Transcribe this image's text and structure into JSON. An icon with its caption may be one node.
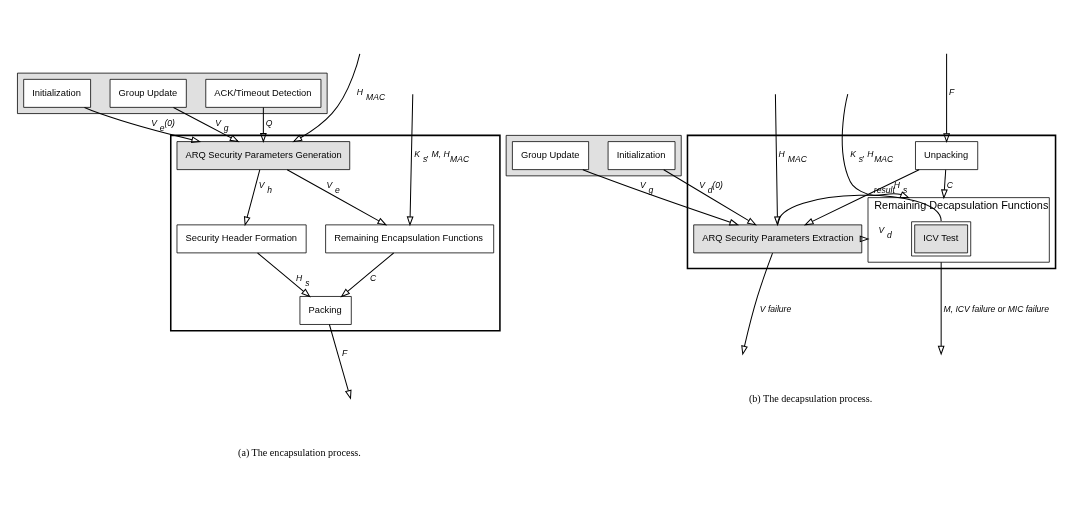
{
  "diagram": {
    "nodes": [
      {
        "text": [],
        "shape": "box"
      },
      {
        "text": [
          "Initialization"
        ],
        "in": 0
      },
      {
        "text": [
          "Group Update"
        ],
        "in": 0
      },
      {
        "text": [
          "ACK/Timeout Detection"
        ],
        "in": 0
      },
      {
        "text": [],
        "shape": "box"
      },
      {
        "text": [
          "ARQ Security Parameters Generation"
        ],
        "in": 4
      },
      {
        "text": [
          "Remaining Encapsulation Functions"
        ],
        "in": 4
      },
      {
        "text": [
          "Security Header Formation"
        ],
        "in": 4
      },
      {
        "text": [
          "Packing"
        ],
        "in": 4
      },
      {
        "text": [],
        "shape": "box"
      },
      {
        "text": [
          "Unpacking"
        ],
        "in": 9
      },
      {
        "text": [
          "Remaining Decapsulation Functions"
        ],
        "in": 9
      },
      {
        "text": [
          "ICV Test"
        ],
        "in": 11
      },
      {
        "text": [
          "ARQ Security Parameters Extraction"
        ],
        "in": 9
      },
      {
        "text": [],
        "shape": "box"
      },
      {
        "text": [
          "Initialization"
        ],
        "in": 14
      },
      {
        "text": [
          "Group Update"
        ],
        "in": 14
      }
    ],
    "edges": [
      {
        "from": 1,
        "to": 5,
        "arrow": "to",
        "label": "V$_{e}$(0)"
      },
      {
        "from": 2,
        "to": 5,
        "arrow": "to",
        "label": "V$_{g}$"
      },
      {
        "from": 3,
        "to": 5,
        "arrow": "to",
        "label": "Q"
      },
      {
        "from": null,
        "to": 5,
        "arrow": "to",
        "label": "H$_{MAC}$"
      },
      {
        "from": 5,
        "to": 7,
        "arrow": "to",
        "label": "V$_{h}$"
      },
      {
        "from": 5,
        "to": 6,
        "arrow": "to",
        "label": "V$_{e}$"
      },
      {
        "from": null,
        "to": 6,
        "arrow": "to",
        "label": "K$_{s}$, M, H$_{MAC}$"
      },
      {
        "from": 6,
        "to": 8,
        "arrow": "to",
        "label": "C"
      },
      {
        "from": 7,
        "to": 8,
        "arrow": "to",
        "label": "H$_{s}$"
      },
      {
        "from": 8,
        "to": null,
        "arrow": "to",
        "label": "F"
      },
      {
        "from": null,
        "to": 10,
        "arrow": "to",
        "label": "F"
      },
      {
        "from": 10,
        "to": 11,
        "arrow": "to",
        "label": "C"
      },
      {
        "from": 10,
        "to": 13,
        "arrow": "to",
        "label": "H$_{s}$"
      },
      {
        "from": null,
        "to": 13,
        "arrow": "to",
        "label": "H$_{MAC}$"
      },
      {
        "from": null,
        "to": 11,
        "arrow": "to",
        "label": "K$_{s}$, H$_{MAC}$"
      },
      {
        "from": 13,
        "to": 11,
        "arrow": "to",
        "label": "V$_{d}$"
      },
      {
        "from": 12,
        "to": 13,
        "arrow": "to",
        "label": "result"
      },
      {
        "from": 15,
        "to": 13,
        "arrow": "to",
        "label": "V$_{d}$(0)"
      },
      {
        "from": 16,
        "to": 13,
        "arrow": "to",
        "label": "V$_{g}$"
      },
      {
        "from": 11,
        "to": null,
        "arrow": "to",
        "label": "M, ICV failure or MIC failure"
      },
      {
        "from": 13,
        "to": null,
        "arrow": "to",
        "label": "V failure"
      }
    ],
    "labels": [
      "(a) The encapsulation process.",
      "(b) The decapsulation process."
    ]
  }
}
